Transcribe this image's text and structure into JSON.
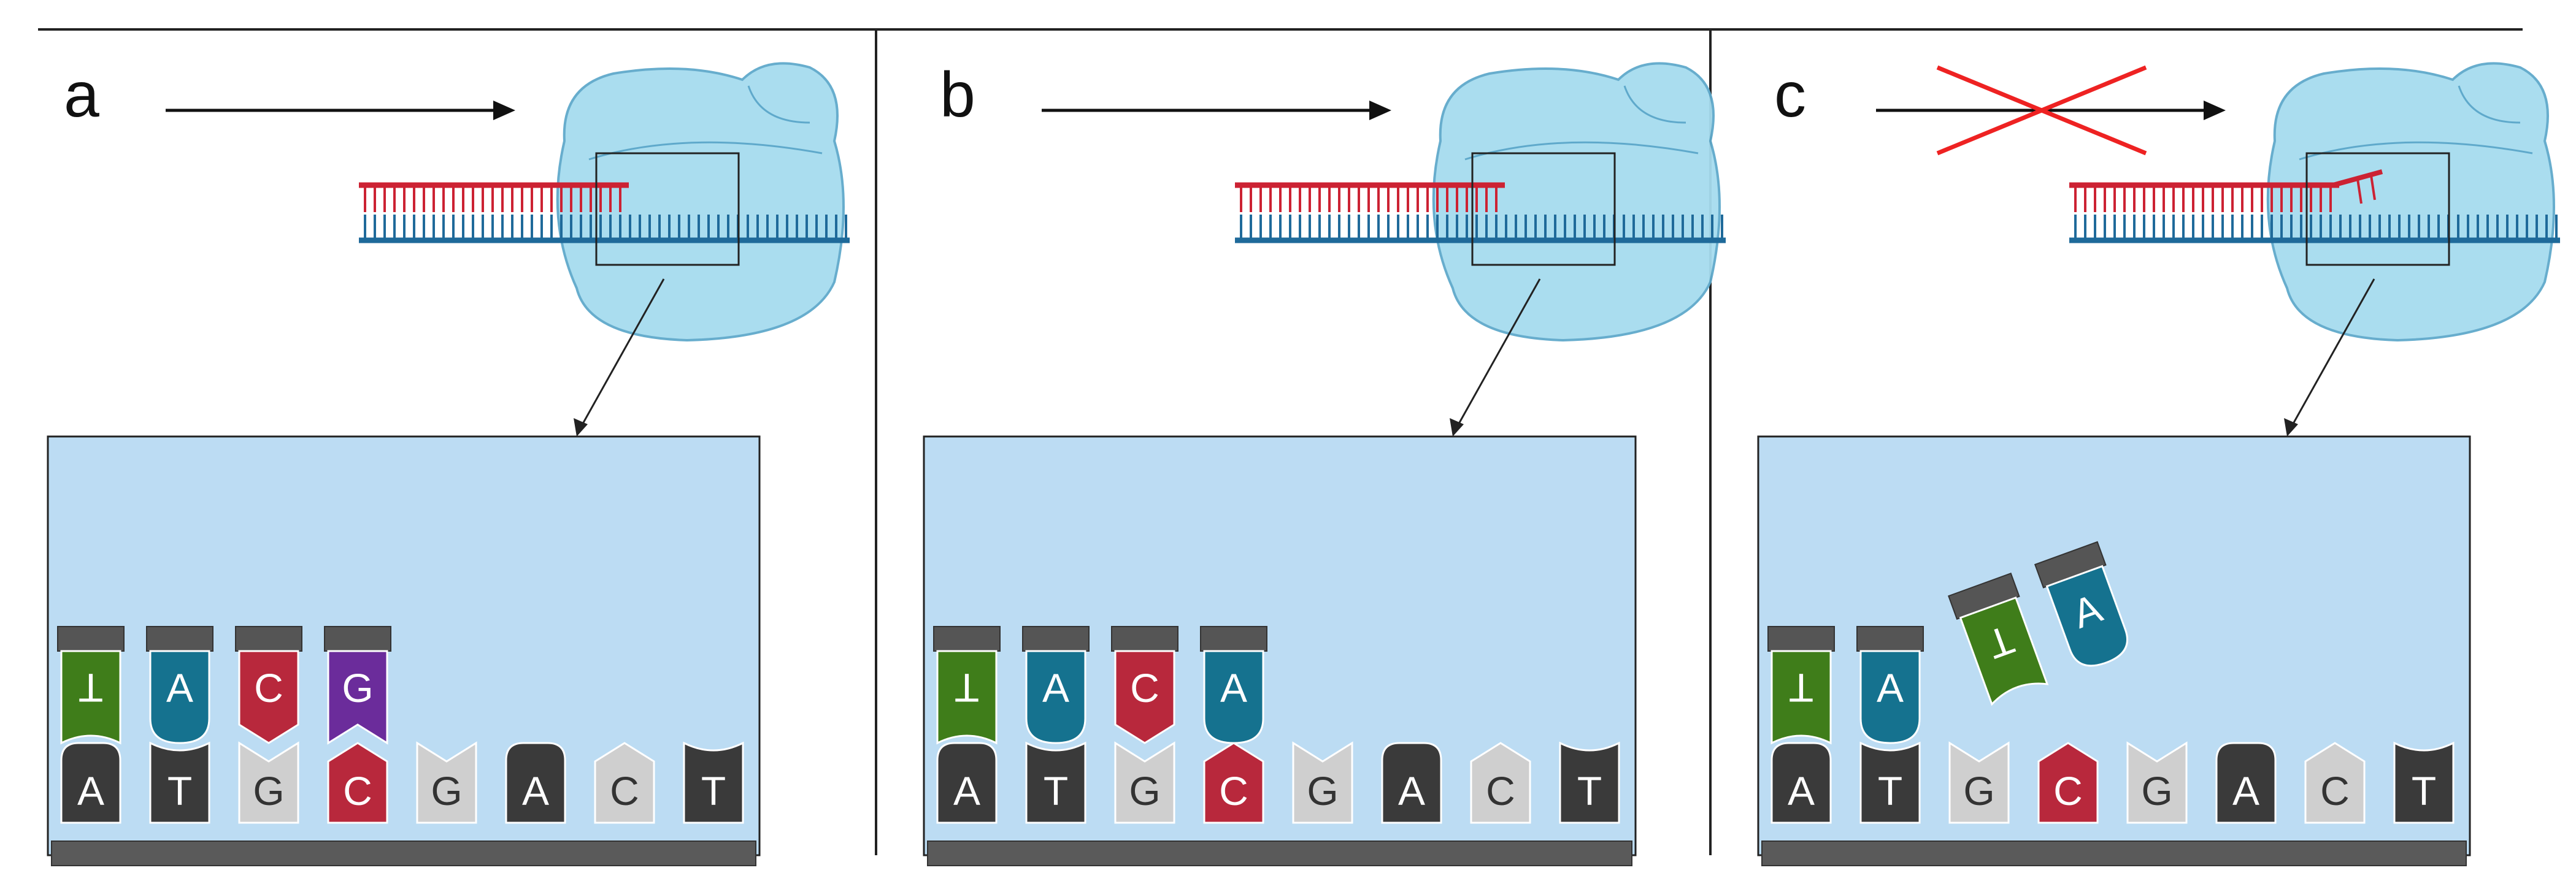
{
  "colors": {
    "strand_top": "#cc2233",
    "strand_bottom": "#1f6a9a",
    "polymerase": "#a6dcef",
    "polymerase_edge": "#5fa9cb",
    "zoom_background": "#bcdcf3",
    "backbone": "#5a5a5a",
    "stop_mark": "#ee2222",
    "base_A_template": "#3a3a3a",
    "base_T_template": "#3a3a3a",
    "base_G_template": "#cfcfcf",
    "base_C_template_ring": "#cfcfcf",
    "nuc_T": "#3f7d1a",
    "nuc_A": "#15728f",
    "nuc_C": "#b8283c",
    "nuc_G": "#6b2c9b"
  },
  "template_sequence": [
    "A",
    "T",
    "G",
    "C",
    "G",
    "A",
    "C",
    "T"
  ],
  "panels": [
    {
      "letter": "a",
      "arrow_blocked": false,
      "primer_mismatch_bent": false,
      "incorporated": [
        "T",
        "A",
        "C",
        "G"
      ],
      "falling_off": [],
      "highlighted_template_index": 3
    },
    {
      "letter": "b",
      "arrow_blocked": false,
      "primer_mismatch_bent": false,
      "incorporated": [
        "T",
        "A",
        "C",
        "A"
      ],
      "falling_off": [],
      "highlighted_template_index": 3
    },
    {
      "letter": "c",
      "arrow_blocked": true,
      "primer_mismatch_bent": true,
      "incorporated": [
        "T",
        "A"
      ],
      "falling_off": [
        "T",
        "A"
      ],
      "highlighted_template_index": 3
    }
  ]
}
